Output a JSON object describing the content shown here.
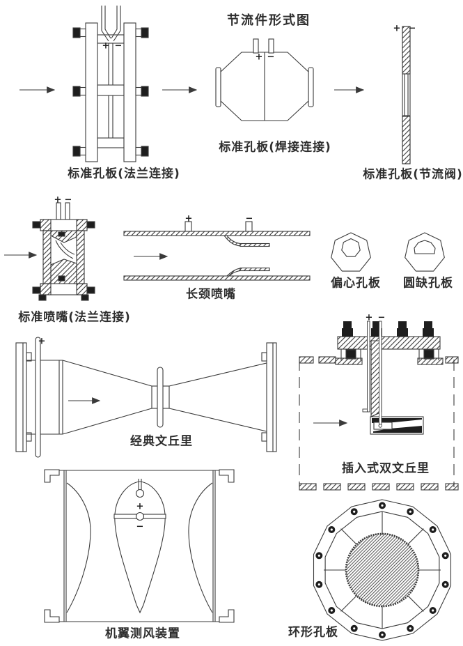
{
  "title": "节流件形式图",
  "signs": {
    "plus": "+",
    "minus": "−"
  },
  "devices": {
    "flange_orifice": {
      "label": "标准孔板(法兰连接)"
    },
    "welded_orifice": {
      "label": "标准孔板(焊接连接)"
    },
    "throttle_orifice": {
      "label": "标准孔板(节流阀)"
    },
    "standard_nozzle": {
      "label": "标准喷嘴(法兰连接)"
    },
    "long_neck_nozzle": {
      "label": "长颈喷嘴"
    },
    "eccentric_orifice": {
      "label": "偏心孔板"
    },
    "segmental_orifice": {
      "label": "圆缺孔板"
    },
    "classic_venturi": {
      "label": "经典文丘里"
    },
    "insertion_venturi": {
      "label": "插入式双文丘里"
    },
    "airfoil_device": {
      "label": "机翼测风装置"
    },
    "annular_orifice": {
      "label": "环形孔板"
    }
  },
  "colors": {
    "line": "#3a3a3a",
    "dark": "#1e1e1e",
    "background": "#ffffff",
    "text": "#2e2e2e"
  }
}
